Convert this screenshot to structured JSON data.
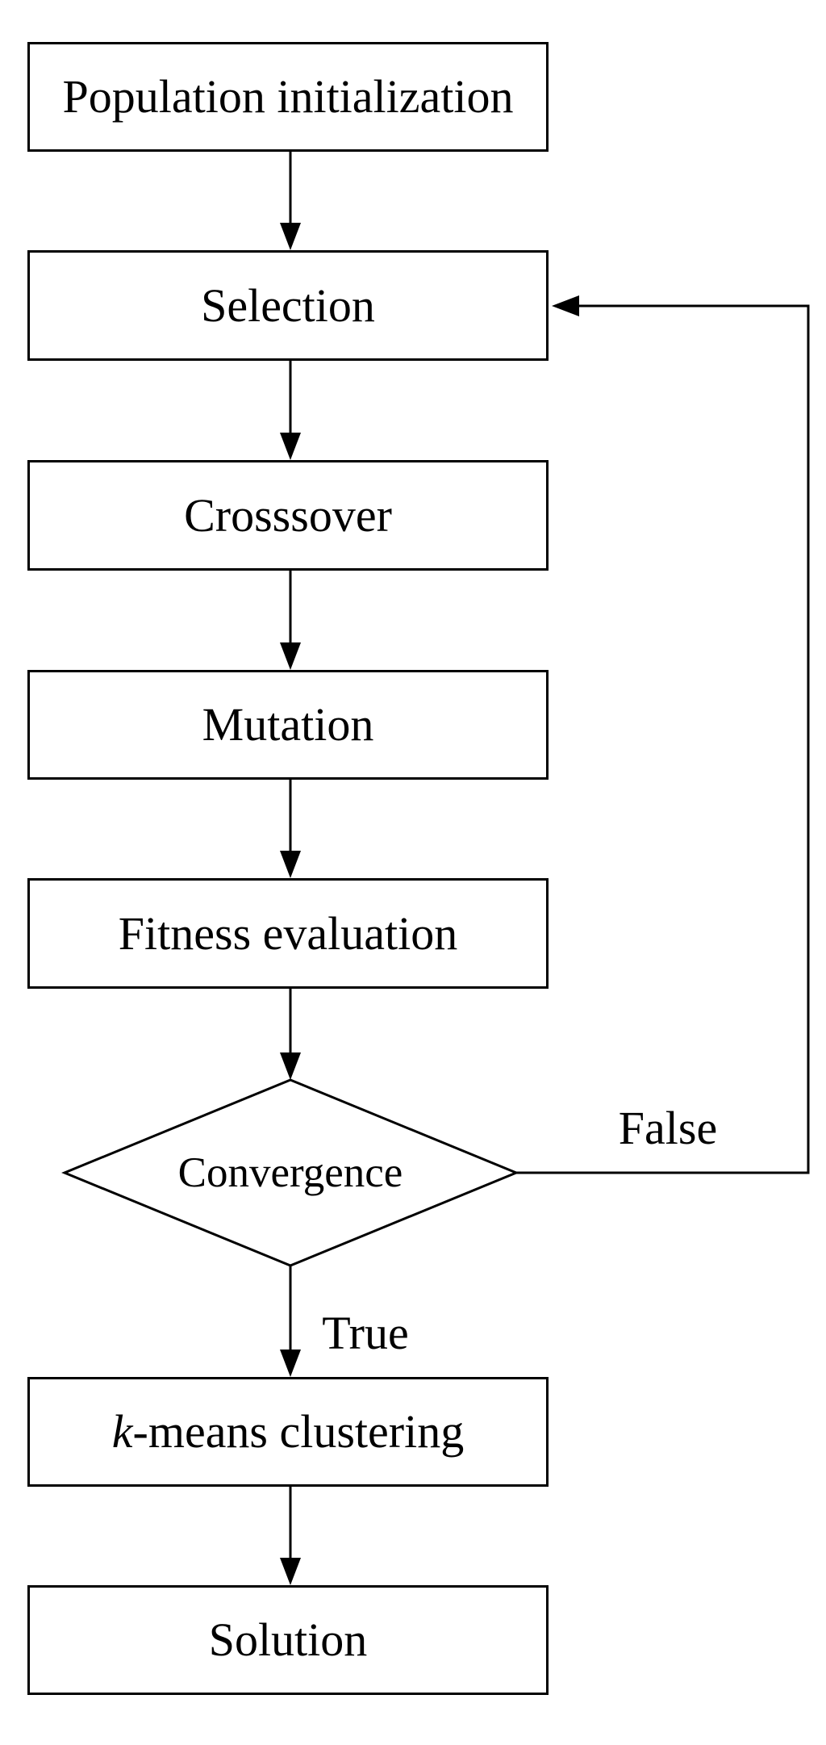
{
  "diagram": {
    "type": "flowchart",
    "colors": {
      "stroke": "#000000",
      "node_fill": "#ffffff",
      "background": "#ffffff"
    },
    "nodes": {
      "population": {
        "label": "Population initialization",
        "shape": "rectangle"
      },
      "selection": {
        "label": "Selection",
        "shape": "rectangle"
      },
      "crossover": {
        "label": "Crosssover",
        "shape": "rectangle"
      },
      "mutation": {
        "label": "Mutation",
        "shape": "rectangle"
      },
      "fitness": {
        "label": "Fitness evaluation",
        "shape": "rectangle"
      },
      "convergence": {
        "label": "Convergence",
        "shape": "diamond"
      },
      "kmeans": {
        "label_italic": "k",
        "label_rest": "-means clustering",
        "shape": "rectangle"
      },
      "solution": {
        "label": "Solution",
        "shape": "rectangle"
      }
    },
    "edge_labels": {
      "true": "True",
      "false": "False"
    },
    "edges": [
      {
        "from": "population",
        "to": "selection",
        "label": ""
      },
      {
        "from": "selection",
        "to": "crossover",
        "label": ""
      },
      {
        "from": "crossover",
        "to": "mutation",
        "label": ""
      },
      {
        "from": "mutation",
        "to": "fitness",
        "label": ""
      },
      {
        "from": "fitness",
        "to": "convergence",
        "label": ""
      },
      {
        "from": "convergence",
        "to": "kmeans",
        "label": "True"
      },
      {
        "from": "convergence",
        "to": "selection",
        "label": "False"
      },
      {
        "from": "kmeans",
        "to": "solution",
        "label": ""
      }
    ]
  }
}
